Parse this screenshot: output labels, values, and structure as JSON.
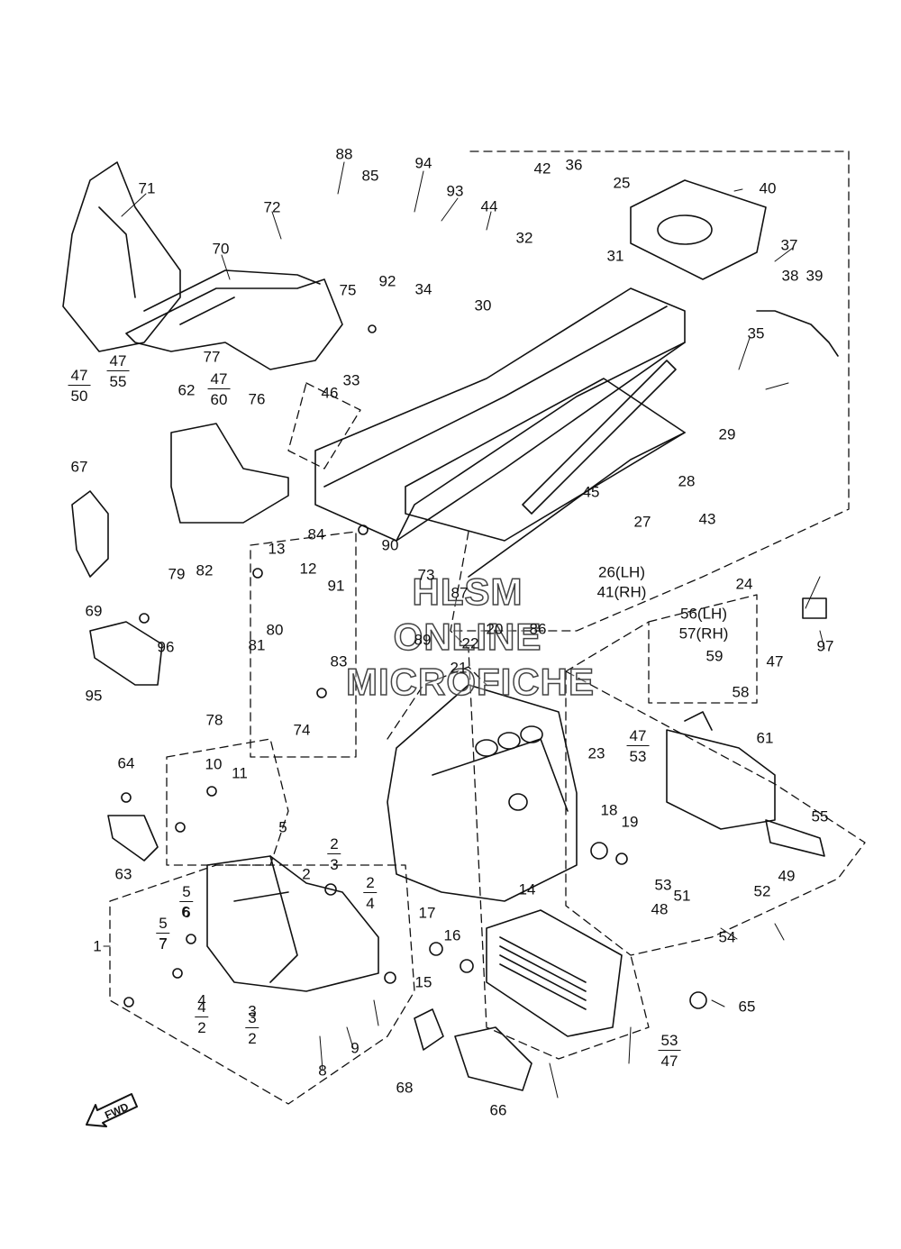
{
  "watermark": {
    "line1": "HLSM",
    "line2": "ONLINE",
    "line3": "MICROFICHE"
  },
  "direction_badge": "FWD",
  "part_labels": [
    "1",
    "2",
    "3",
    "4",
    "5",
    "6",
    "7",
    "8",
    "9",
    "10",
    "11",
    "12",
    "13",
    "14",
    "15",
    "16",
    "17",
    "18",
    "19",
    "20",
    "21",
    "22",
    "23",
    "24",
    "25",
    "26(LH)",
    "41(RH)",
    "27",
    "28",
    "29",
    "30",
    "31",
    "32",
    "33",
    "34",
    "35",
    "36",
    "37",
    "38",
    "39",
    "40",
    "42",
    "43",
    "44",
    "45",
    "46",
    "47",
    "48",
    "49",
    "52",
    "54",
    "55",
    "56(LH)",
    "57(RH)",
    "58",
    "59",
    "61",
    "62",
    "63",
    "64",
    "65",
    "66",
    "67",
    "68",
    "69",
    "70",
    "71",
    "72",
    "73",
    "74",
    "75",
    "76",
    "77",
    "78",
    "79",
    "80",
    "81",
    "82",
    "83",
    "84",
    "85",
    "86",
    "87",
    "88",
    "89",
    "90",
    "91",
    "92",
    "93",
    "94",
    "95",
    "96",
    "97",
    "51",
    "53"
  ],
  "fraction_labels": [
    {
      "num": "47",
      "den": "50"
    },
    {
      "num": "47",
      "den": "55"
    },
    {
      "num": "47",
      "den": "60"
    },
    {
      "num": "47",
      "den": "53"
    },
    {
      "num": "5",
      "den": "6"
    },
    {
      "num": "5",
      "den": "7"
    },
    {
      "num": "2",
      "den": "3"
    },
    {
      "num": "2",
      "den": "4"
    },
    {
      "num": "4",
      "den": "2"
    },
    {
      "num": "3",
      "den": "2"
    },
    {
      "num": "53",
      "den": "47"
    }
  ]
}
